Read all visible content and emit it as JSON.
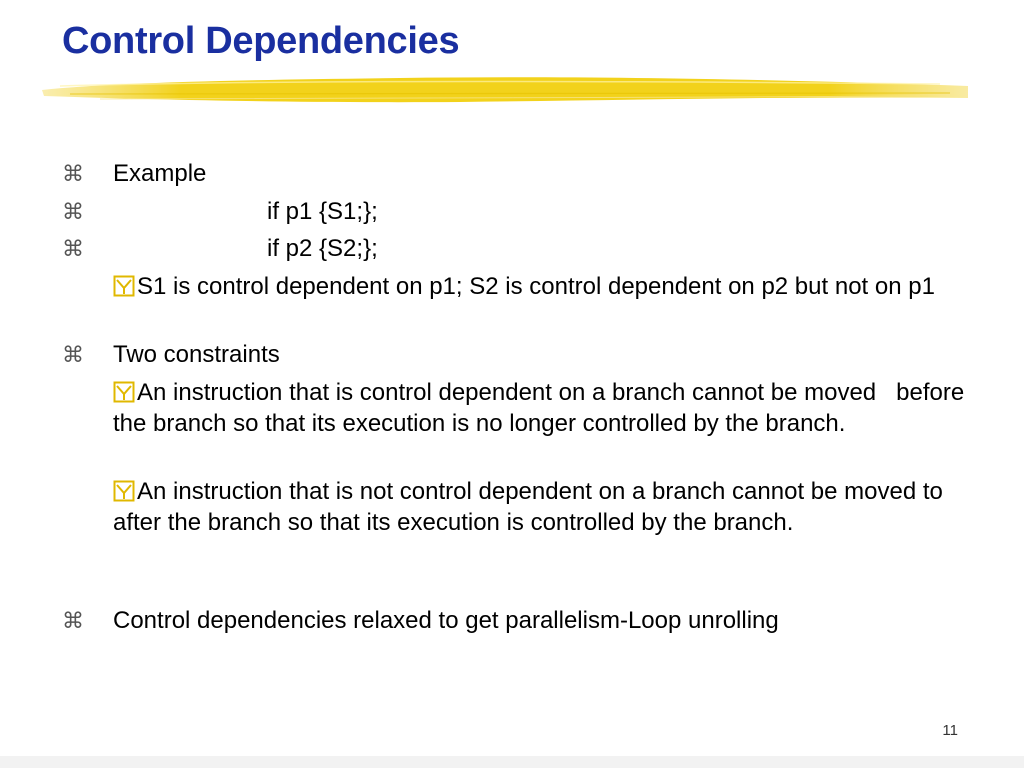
{
  "slide": {
    "title": "Control Dependencies",
    "bullets": [
      {
        "symbol": "⌘",
        "text": "Example"
      },
      {
        "symbol": "⌘",
        "text": "if p1 {S1;};"
      },
      {
        "symbol": "⌘",
        "text": "if p2 {S2;};"
      }
    ],
    "sub1": "S1 is control dependent on p1; S2 is control dependent on p2 but not on p1",
    "bullet_constraints": {
      "symbol": "⌘",
      "text": "Two constraints"
    },
    "sub2": "An instruction that is control dependent on a branch cannot be moved   before the branch so that its execution is no longer controlled by the branch.",
    "sub3": "An instruction that is not control dependent on a branch cannot be moved to after the branch so that its execution is controlled by the branch.",
    "bullet_last": {
      "symbol": "⌘",
      "text": "Control dependencies relaxed to get parallelism-Loop unrolling"
    },
    "page_number": "11"
  },
  "colors": {
    "title": "#1a2fa0",
    "accent_stroke": "#f2d21b",
    "checkbox": "#e0b800"
  },
  "icons": {
    "bullet": "command-key-icon",
    "sub_bullet": "checkbox-check-icon"
  }
}
